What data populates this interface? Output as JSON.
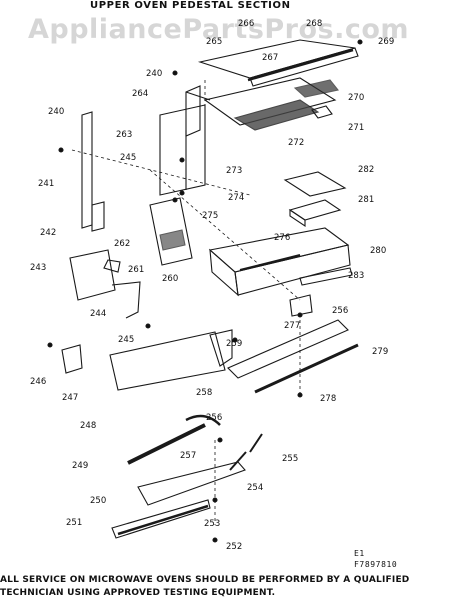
{
  "diagram": {
    "title": "UPPER OVEN PEDESTAL SECTION",
    "watermark": "AppliancePartsPros.com",
    "drawing_code": "E1",
    "drawing_number": "F7897810",
    "footer_line1": "ALL SERVICE ON MICROWAVE OVENS SHOULD BE PERFORMED BY A QUALIFIED",
    "footer_line2": "TECHNICIAN USING APPROVED TESTING EQUIPMENT.",
    "callouts": [
      "240",
      "241",
      "242",
      "243",
      "244",
      "245",
      "246",
      "247",
      "248",
      "249",
      "250",
      "251",
      "252",
      "253",
      "254",
      "255",
      "256",
      "257",
      "258",
      "259",
      "260",
      "261",
      "262",
      "263",
      "264",
      "265",
      "266",
      "267",
      "268",
      "269",
      "270",
      "271",
      "272",
      "273",
      "274",
      "275",
      "276",
      "277",
      "278",
      "279",
      "280",
      "281",
      "282",
      "283"
    ]
  }
}
